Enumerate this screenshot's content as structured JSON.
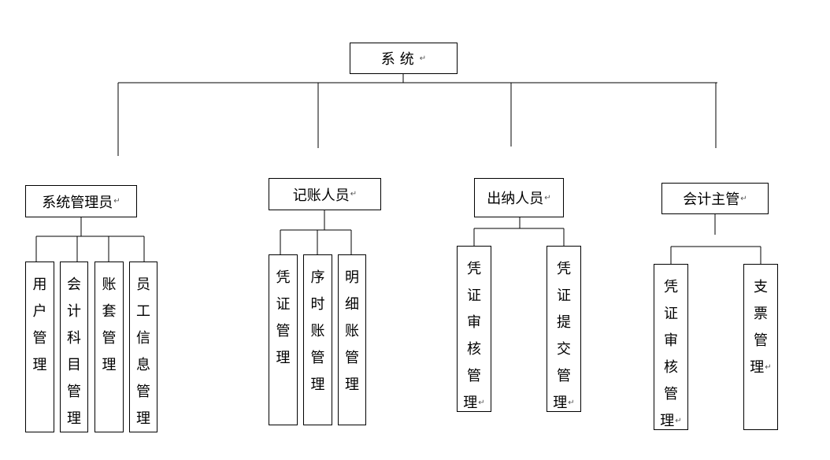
{
  "root": {
    "label": "系统"
  },
  "roles": [
    {
      "label": "系统管理员",
      "modules": [
        {
          "label": "用户管理"
        },
        {
          "label": "会计科目管理"
        },
        {
          "label": "账套管理"
        },
        {
          "label": "员工信息管理"
        }
      ]
    },
    {
      "label": "记账人员",
      "modules": [
        {
          "label": "凭证管理"
        },
        {
          "label": "序时账管理"
        },
        {
          "label": "明细账管理"
        }
      ]
    },
    {
      "label": "出纳人员",
      "modules": [
        {
          "label": "凭证审核管理"
        },
        {
          "label": "凭证提交管理"
        }
      ]
    },
    {
      "label": "会计主管",
      "modules": [
        {
          "label": "凭证审核管理"
        },
        {
          "label": "支票管理"
        }
      ]
    }
  ]
}
